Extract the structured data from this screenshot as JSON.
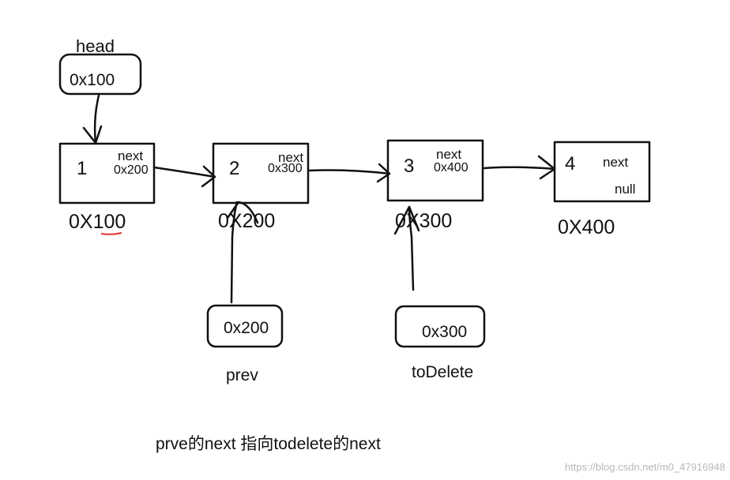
{
  "head": {
    "label": "head",
    "value": "0x100"
  },
  "nodes": [
    {
      "value": "1",
      "next_label": "next",
      "next_value": "0x200",
      "address": "0X100"
    },
    {
      "value": "2",
      "next_label": "next",
      "next_value": "0x300",
      "address": "0X200"
    },
    {
      "value": "3",
      "next_label": "next",
      "next_value": "0x400",
      "address": "0X300"
    },
    {
      "value": "4",
      "next_label": "next",
      "next_value": "null",
      "address": "0X400"
    }
  ],
  "prev": {
    "label": "prev",
    "value": "0x200"
  },
  "toDelete": {
    "label": "toDelete",
    "value": "0x300"
  },
  "caption": "prve的next 指向todelete的next",
  "watermark": "https://blog.csdn.net/m0_47916948"
}
